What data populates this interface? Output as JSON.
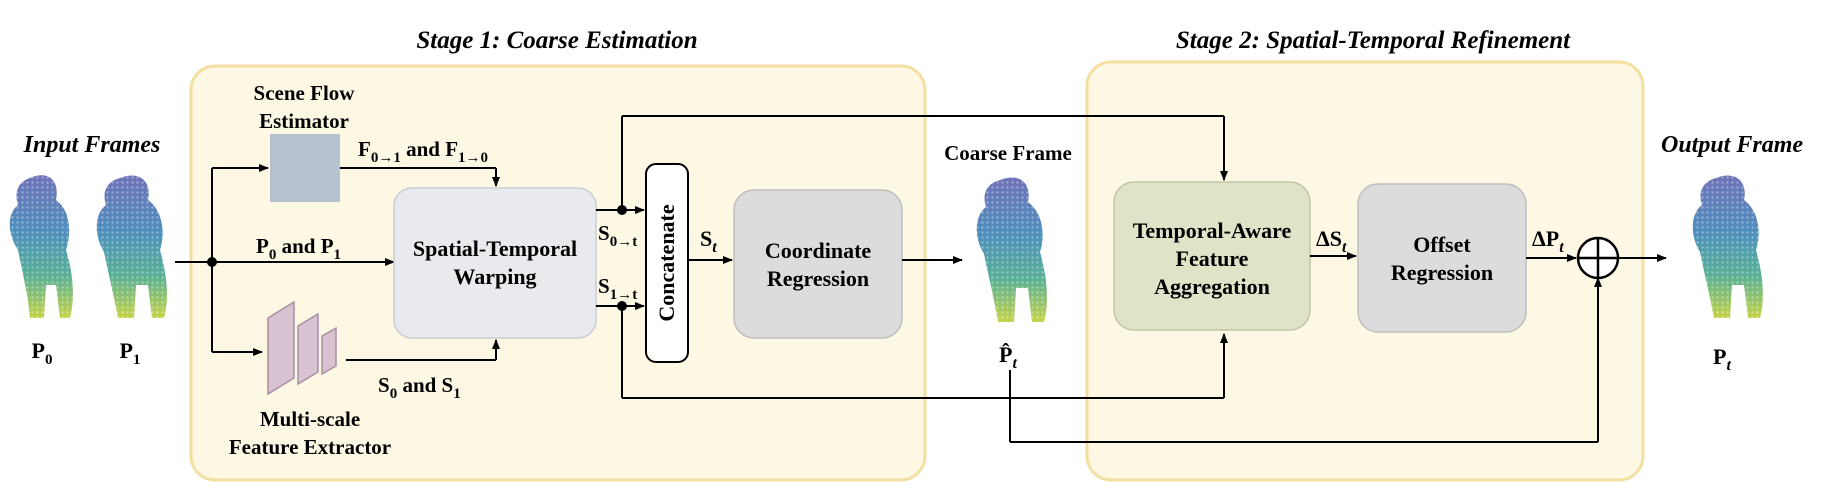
{
  "stage1": {
    "title": "Stage 1: Coarse Estimation"
  },
  "stage2": {
    "title": "Stage 2: Spatial-Temporal Refinement"
  },
  "input_frames": {
    "title": "Input Frames",
    "p0": {
      "main": "P",
      "sub": "0"
    },
    "p1": {
      "main": "P",
      "sub": "1"
    }
  },
  "scene_flow": {
    "line1": "Scene Flow",
    "line2": "Estimator",
    "output": {
      "a": "F",
      "a_sub": "0→1",
      "and": " and ",
      "b": "F",
      "b_sub": "1→0"
    }
  },
  "frames_label": {
    "a": "P",
    "a_sub": "0",
    "and": " and ",
    "b": "P",
    "b_sub": "1"
  },
  "feature_extractor": {
    "line1": "Multi-scale",
    "line2": "Feature Extractor",
    "output": {
      "a": "S",
      "a_sub": "0",
      "and": " and ",
      "b": "S",
      "b_sub": "1"
    }
  },
  "warping": {
    "line1": "Spatial-Temporal",
    "line2": "Warping"
  },
  "warp_out0": {
    "main": "S",
    "sub": "0→t"
  },
  "warp_out1": {
    "main": "S",
    "sub": "1→t"
  },
  "concatenate": {
    "label": "Concatenate"
  },
  "st_label": {
    "main": "S",
    "sub": "t"
  },
  "coord_reg": {
    "line1": "Coordinate",
    "line2": "Regression"
  },
  "coarse_frame": {
    "title": "Coarse Frame",
    "main": "P̂",
    "sub": "t"
  },
  "aggregation": {
    "line1": "Temporal-Aware",
    "line2": "Feature",
    "line3": "Aggregation"
  },
  "delta_s": {
    "main": "ΔS",
    "sub": "t"
  },
  "offset_reg": {
    "line1": "Offset",
    "line2": "Regression"
  },
  "delta_p": {
    "main": "ΔP",
    "sub": "t"
  },
  "output_frame": {
    "title": "Output Frame",
    "main": "P",
    "sub": "t"
  },
  "colors": {
    "stage_fill": "#fdf8e4",
    "stage_border": "#f3dfa0",
    "warp_fill": "#e9eaee",
    "coord_fill": "#dcdcdc",
    "agg_fill": "#dfe3c7",
    "flow_fill": "#b6c1cf",
    "extractor_fill": "#d9c2d1"
  }
}
